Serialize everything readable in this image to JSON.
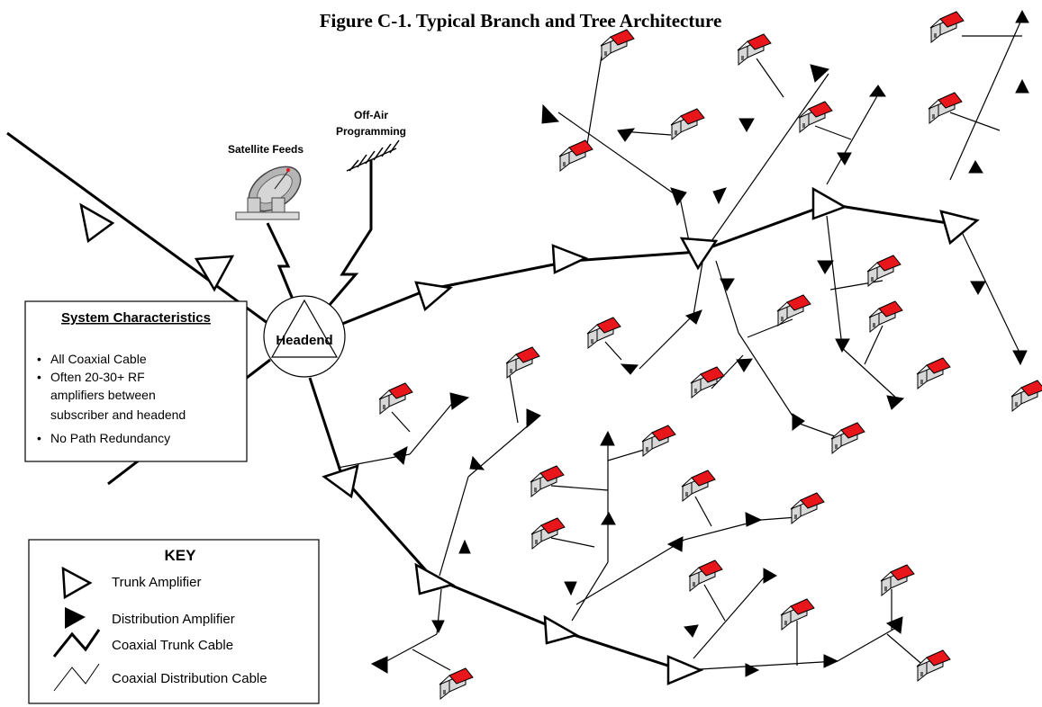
{
  "title": "Figure C-1. Typical Branch and Tree Architecture",
  "labels": {
    "satellite": "Satellite Feeds",
    "offair_line1": "Off-Air",
    "offair_line2": "Programming",
    "headend": "Headend"
  },
  "system": {
    "heading": "System Characteristics",
    "bullets": [
      "All Coaxial Cable",
      "Often 20-30+ RF",
      "amplifiers between",
      "subscriber and headend",
      "No Path Redundancy"
    ]
  },
  "key": {
    "heading": "KEY",
    "trunk_amplifier": "Trunk Amplifier",
    "distribution_amplifier": "Distribution Amplifier",
    "trunk_cable": "Coaxial Trunk Cable",
    "distribution_cable": "Coaxial Distribution Cable"
  },
  "colors": {
    "roof": "#e8161b",
    "house_wall": "#d8d8d8",
    "dish": "#b0b0b0",
    "line": "#000000"
  }
}
